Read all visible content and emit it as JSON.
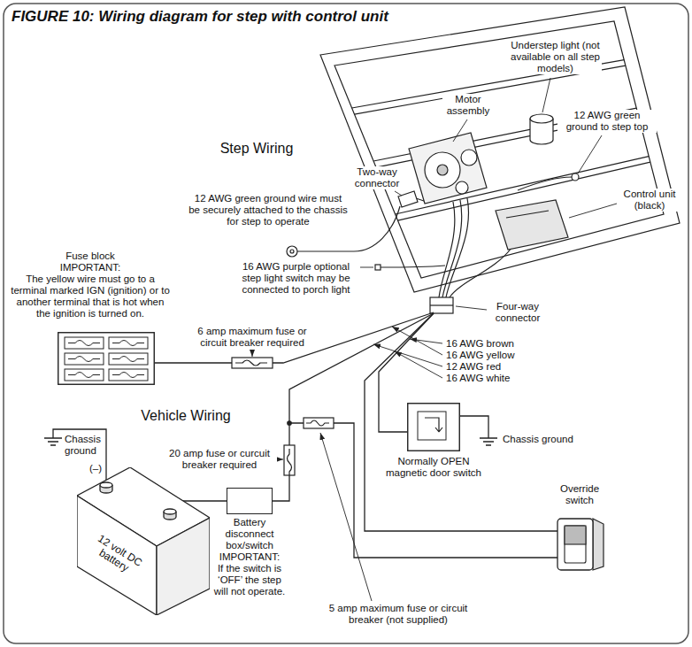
{
  "diagram": {
    "title": "FIGURE 10: Wiring diagram for step with control unit",
    "nodes": [
      {
        "text": [
          "Fuse block",
          "IMPORTANT:",
          "The yellow wire must go to a terminal marked IGN (ignition) or to another terminal that is hot when the ignition is turned on."
        ]
      },
      {
        "text": [
          "Normally OPEN magnetic door switch"
        ]
      },
      {
        "text": [
          "Override switch"
        ]
      },
      {
        "text": [
          "12 volt DC battery"
        ]
      },
      {
        "text": [
          "Battery disconnect box/switch",
          "IMPORTANT:",
          "If the switch is ‘OFF’ the step will not operate."
        ]
      }
    ],
    "edges": [
      {
        "from": 3,
        "to": 4,
        "arrow": "none"
      }
    ],
    "labels": [
      "Understep light (not available on all step models)",
      "Motor assembly",
      "12 AWG green ground to step top",
      "Step Wiring",
      "Two-way connector",
      "12 AWG green ground wire must be securely attached to the chassis for step to operate",
      "Control unit (black)",
      "16 AWG purple optional step light switch may be connected to porch light",
      "Four-way connector",
      "6 amp maximum fuse or circuit breaker required",
      "16 AWG brown",
      "16 AWG yellow",
      "12 AWG red",
      "16 AWG white",
      "Vehicle Wiring",
      "Chassis ground",
      "20 amp fuse or curcuit breaker required",
      "(–)",
      "(+)",
      "Chassis ground",
      "5 amp maximum fuse or circuit breaker (not supplied)"
    ]
  }
}
